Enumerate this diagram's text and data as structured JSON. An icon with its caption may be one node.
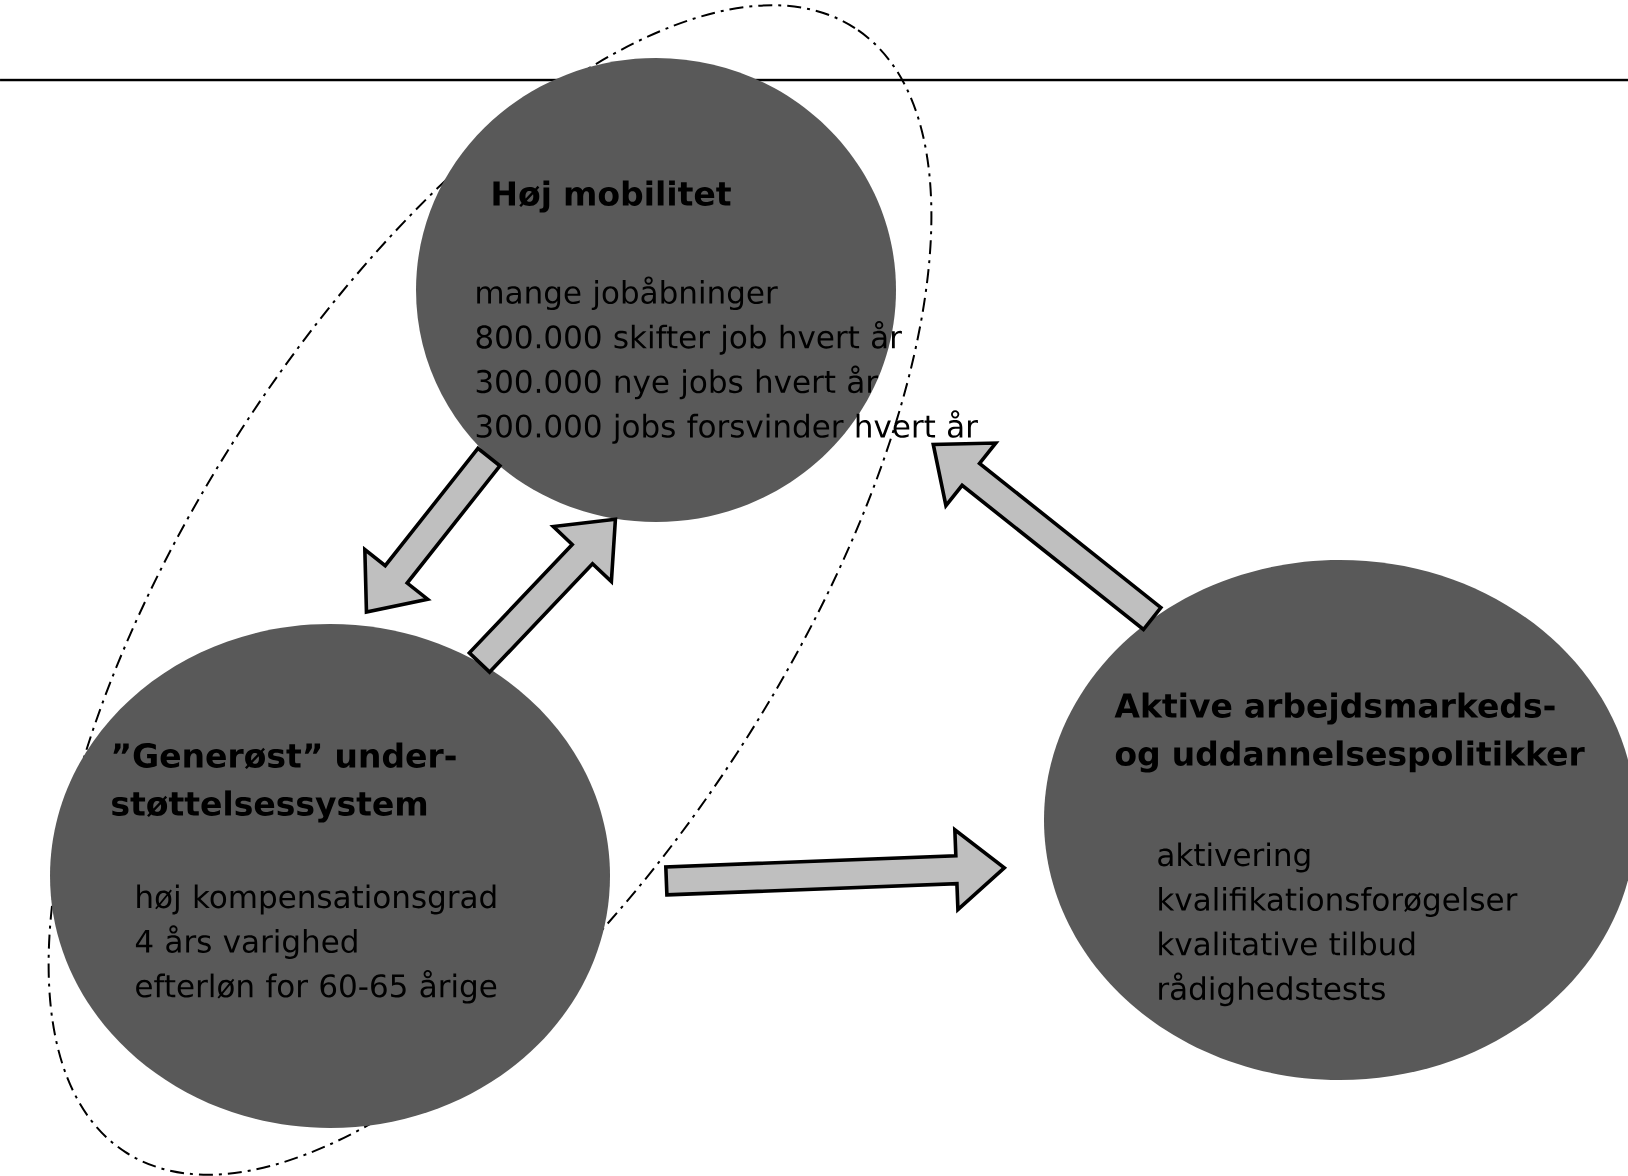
{
  "diagram": {
    "nodes": [
      {
        "text": [
          "Høj mobilitet",
          "mange jobåbninger",
          "800.000 skifter job hvert år",
          "300.000 nye jobs hvert år",
          "300.000 jobs forsvinder hvert år"
        ]
      },
      {
        "text": [
          "”Generøst” under-støttelsessystem",
          "høj kompensationsgrad",
          "4 års varighed",
          "efterløn for 60-65 årige"
        ]
      },
      {
        "text": [
          "Aktive arbejdsmarkeds- og uddannelsespolitikker",
          "aktivering",
          "kvalifikationsforøgelser",
          "kvalitative tilbud",
          "rådighedstests"
        ]
      }
    ],
    "edges": [
      {
        "from": 0,
        "to": 1,
        "arrow": "to"
      },
      {
        "from": 1,
        "to": 0,
        "arrow": "to"
      },
      {
        "from": 1,
        "to": 2,
        "arrow": "to"
      },
      {
        "from": 2,
        "to": 0,
        "arrow": "to"
      }
    ]
  }
}
